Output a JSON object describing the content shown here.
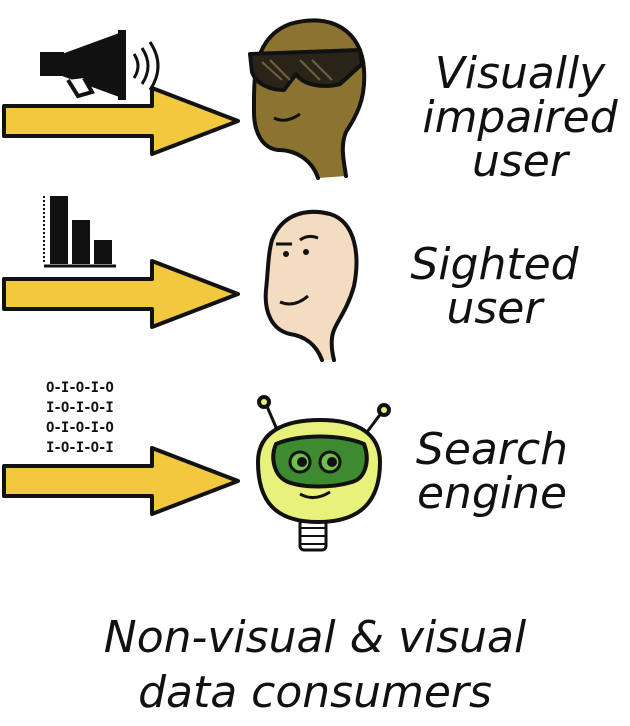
{
  "colors": {
    "arrow_fill": "#f2c83e",
    "arrow_stroke": "#111111",
    "vi_skin": "#8a7430",
    "sighted_skin": "#f3dcc0",
    "robot_body": "#e8f27a",
    "robot_visor": "#3e8a2e",
    "text": "#111111"
  },
  "consumers": [
    {
      "icon": "megaphone-icon",
      "face": "visually-impaired-user-face",
      "label_lines": [
        "Visually",
        "impaired",
        "user"
      ]
    },
    {
      "icon": "bar-chart-icon",
      "face": "sighted-user-face",
      "label_lines": [
        "Sighted",
        "user"
      ]
    },
    {
      "icon": "binary-data-icon",
      "face": "search-engine-robot",
      "label_lines": [
        "Search",
        "engine"
      ],
      "binary_lines": [
        "O-I-O-I-O",
        "I-O-I-O-I",
        "O-I-O-I-O",
        "I-O-I-O-I"
      ]
    }
  ],
  "caption_lines": [
    "Non-visual & visual",
    "data consumers"
  ]
}
